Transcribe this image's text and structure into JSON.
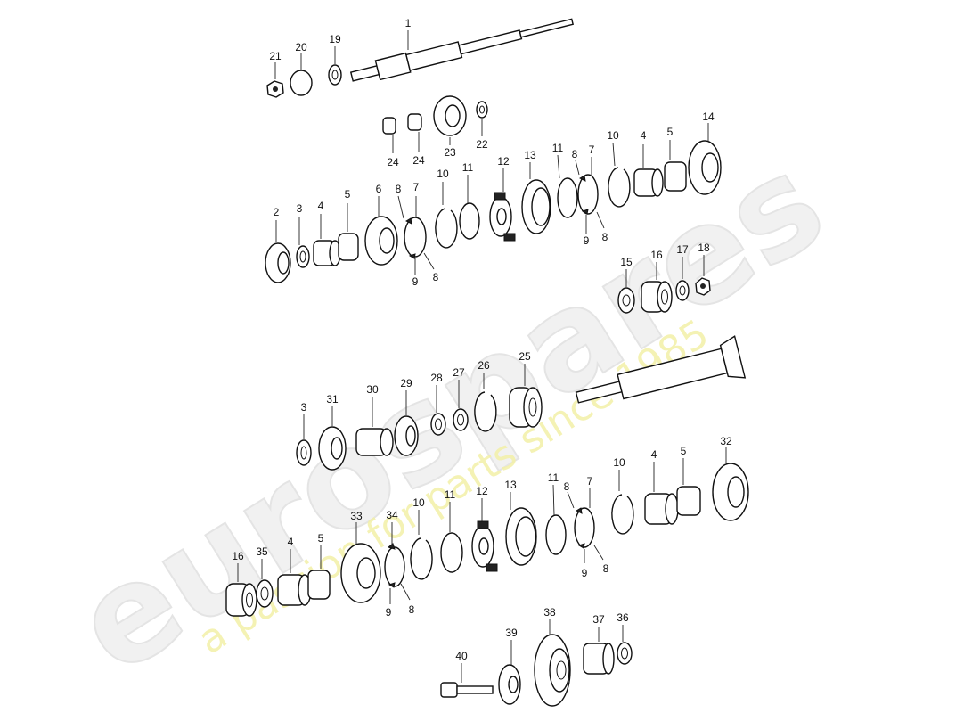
{
  "watermark": {
    "logo": "eurospares",
    "tagline": "a passion for parts since 1985",
    "logo_color": "#e6e6e6",
    "tagline_color": "#efe9a0"
  },
  "diagram": {
    "labels": {
      "n1": "1",
      "n2": "2",
      "n3": "3",
      "n4": "4",
      "n5": "5",
      "n6": "6",
      "n7": "7",
      "n8": "8",
      "n9": "9",
      "n10": "10",
      "n11": "11",
      "n12": "12",
      "n13": "13",
      "n14": "14",
      "n15": "15",
      "n16": "16",
      "n17": "17",
      "n18": "18",
      "n19": "19",
      "n20": "20",
      "n21": "21",
      "n22": "22",
      "n23": "23",
      "n24": "24",
      "n25": "25",
      "n26": "26",
      "n27": "27",
      "n28": "28",
      "n29": "29",
      "n30": "30",
      "n31": "31",
      "n32": "32",
      "n33": "33",
      "n34": "34",
      "n35": "35",
      "n36": "36",
      "n37": "37",
      "n38": "38",
      "n39": "39",
      "n40": "40"
    }
  }
}
